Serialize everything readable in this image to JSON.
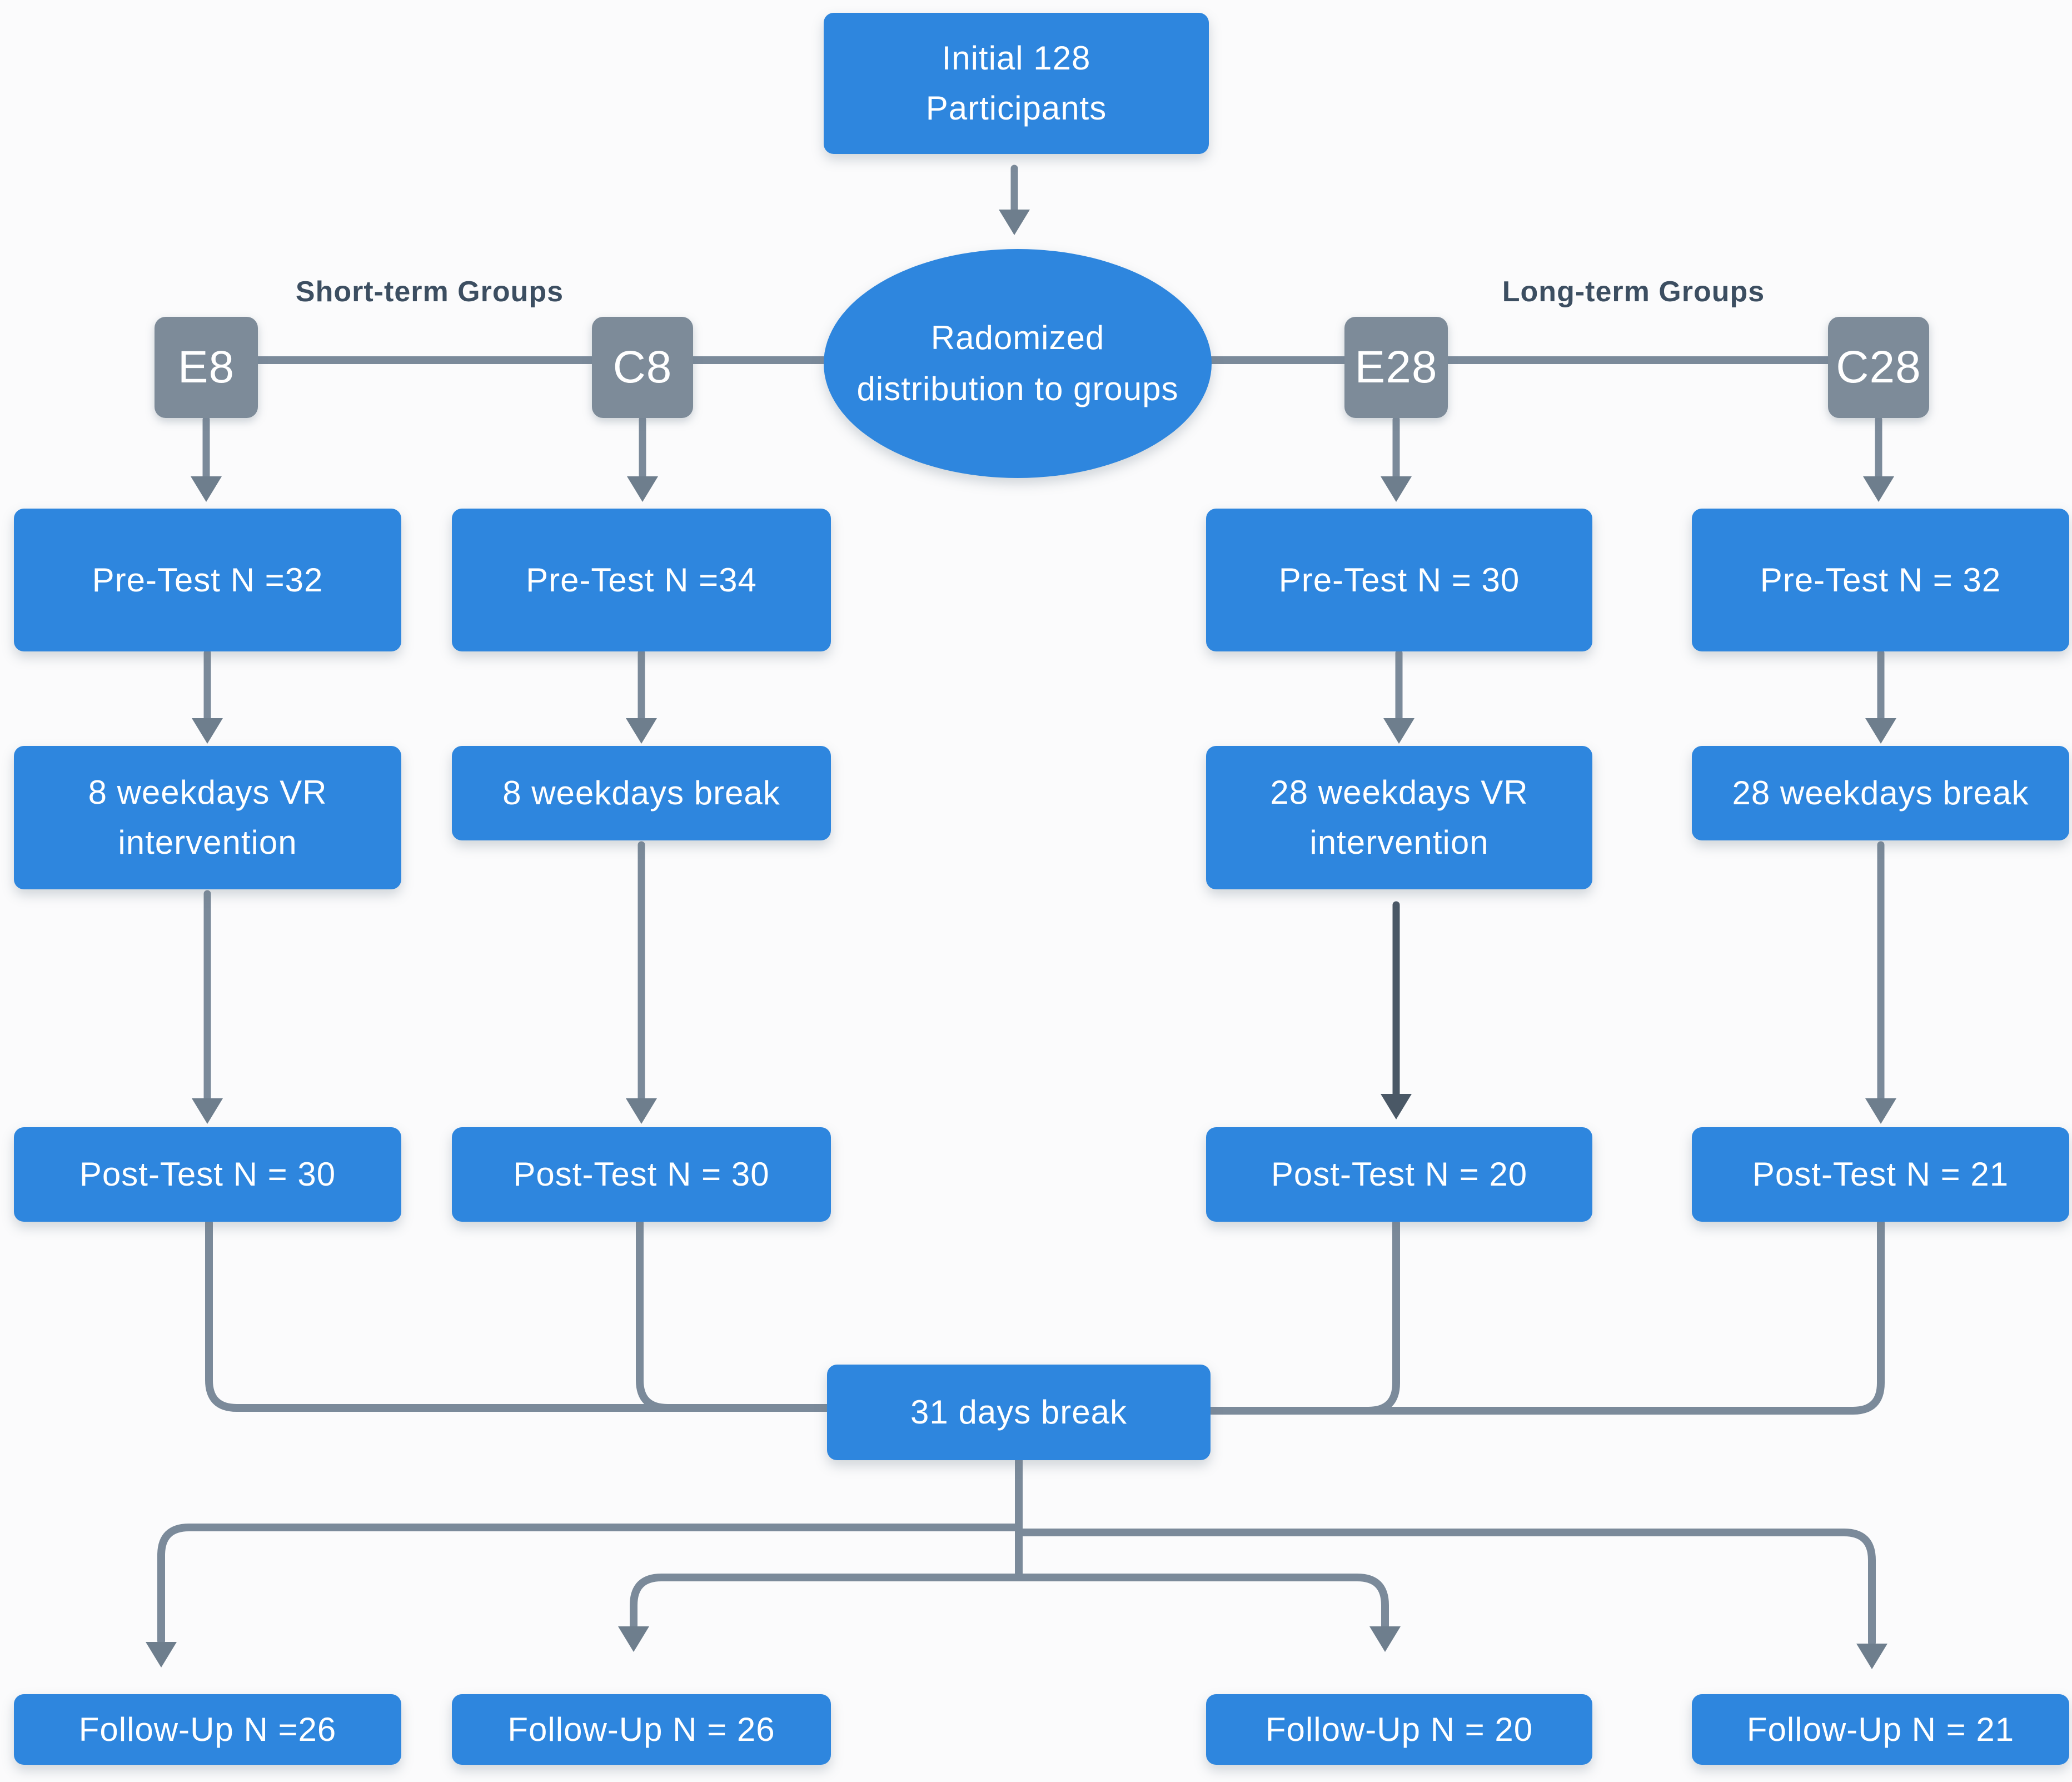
{
  "diagram": {
    "initial_box": {
      "line1": "Initial 128",
      "line2": "Participants"
    },
    "randomization_ellipse": {
      "line1": "Radomized",
      "line2": "distribution to groups"
    },
    "short_term_label": "Short-term Groups",
    "long_term_label": "Long-term Groups",
    "break_box_label": "31 days break"
  },
  "columns": [
    {
      "group_label": "E8",
      "pre_test_label": "Pre-Test N =32",
      "intervention_line1": "8 weekdays VR",
      "intervention_line2": "intervention",
      "post_test_label": "Post-Test N = 30",
      "follow_up_label": "Follow-Up N =26"
    },
    {
      "group_label": "C8",
      "pre_test_label": "Pre-Test N =34",
      "intervention_line1": "8 weekdays break",
      "post_test_label": "Post-Test N = 30",
      "follow_up_label": "Follow-Up N = 26"
    },
    {
      "group_label": "E28",
      "pre_test_label": "Pre-Test N = 30",
      "intervention_line1": "28 weekdays VR",
      "intervention_line2": "intervention",
      "post_test_label": "Post-Test N = 20",
      "follow_up_label": "Follow-Up N = 20"
    },
    {
      "group_label": "C28",
      "pre_test_label": "Pre-Test N = 32",
      "intervention_line1": "28 weekdays break",
      "post_test_label": "Post-Test N = 21",
      "follow_up_label": "Follow-Up N = 21"
    }
  ],
  "colors": {
    "node_blue": "#2e86de",
    "group_square_gray": "#7d8b99",
    "connector_gray": "#7b8a9a",
    "dark_arrow": "#4a5866",
    "label_text": "#3c4e61",
    "background": "#fbfbfc"
  }
}
